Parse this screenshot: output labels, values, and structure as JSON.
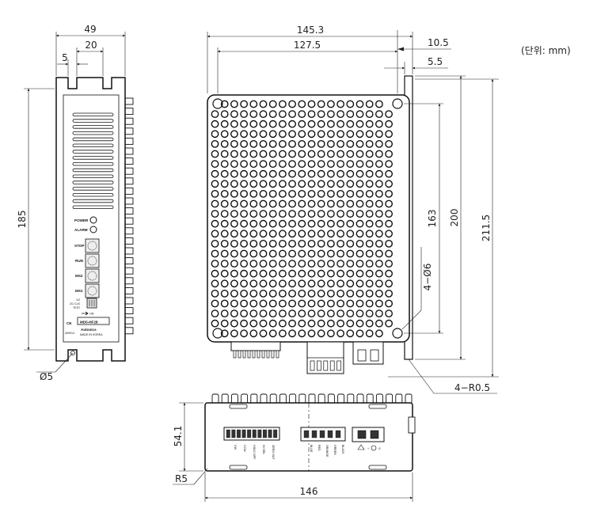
{
  "unit_note": "(단위: mm)",
  "front": {
    "dims": {
      "width": "49",
      "slot_spacing": "20",
      "slot_width": "5",
      "height": "185",
      "hole": "Ø5"
    },
    "labels": {
      "power": "POWER",
      "alarm": "ALARM",
      "stop": "STOP",
      "run": "RUN",
      "ms2": "MS2",
      "ms1": "MS1",
      "switch_1": "1/2",
      "switch_2": "2/1 CLK",
      "switch_3": "TEST",
      "on_arrow": "ON",
      "ce": "CE",
      "model": "MD5-HF28",
      "brand": "Autonics",
      "made_in": "MADE IN KOREA",
      "serial": "400914"
    }
  },
  "side": {
    "dims": {
      "total_width": "145.3",
      "inner_width": "127.5",
      "flange_1": "10.5",
      "flange_2": "5.5",
      "hole_spacing": "163",
      "height_200": "200",
      "height_total": "211.5",
      "holes": "4−Ø6",
      "corner_radius": "4−R0.5"
    }
  },
  "bottom": {
    "dims": {
      "height": "54.1",
      "width": "146",
      "radius": "R5"
    },
    "terminal_labels": [
      "CW",
      "CCW",
      "HOLD OFF",
      "0V BEL",
      "ZERO OUT"
    ],
    "wire_labels": [
      "BLUE",
      "RED",
      "ORANGE",
      "GREEN",
      "BLACK"
    ],
    "power_labels": [
      "+",
      "G"
    ]
  }
}
